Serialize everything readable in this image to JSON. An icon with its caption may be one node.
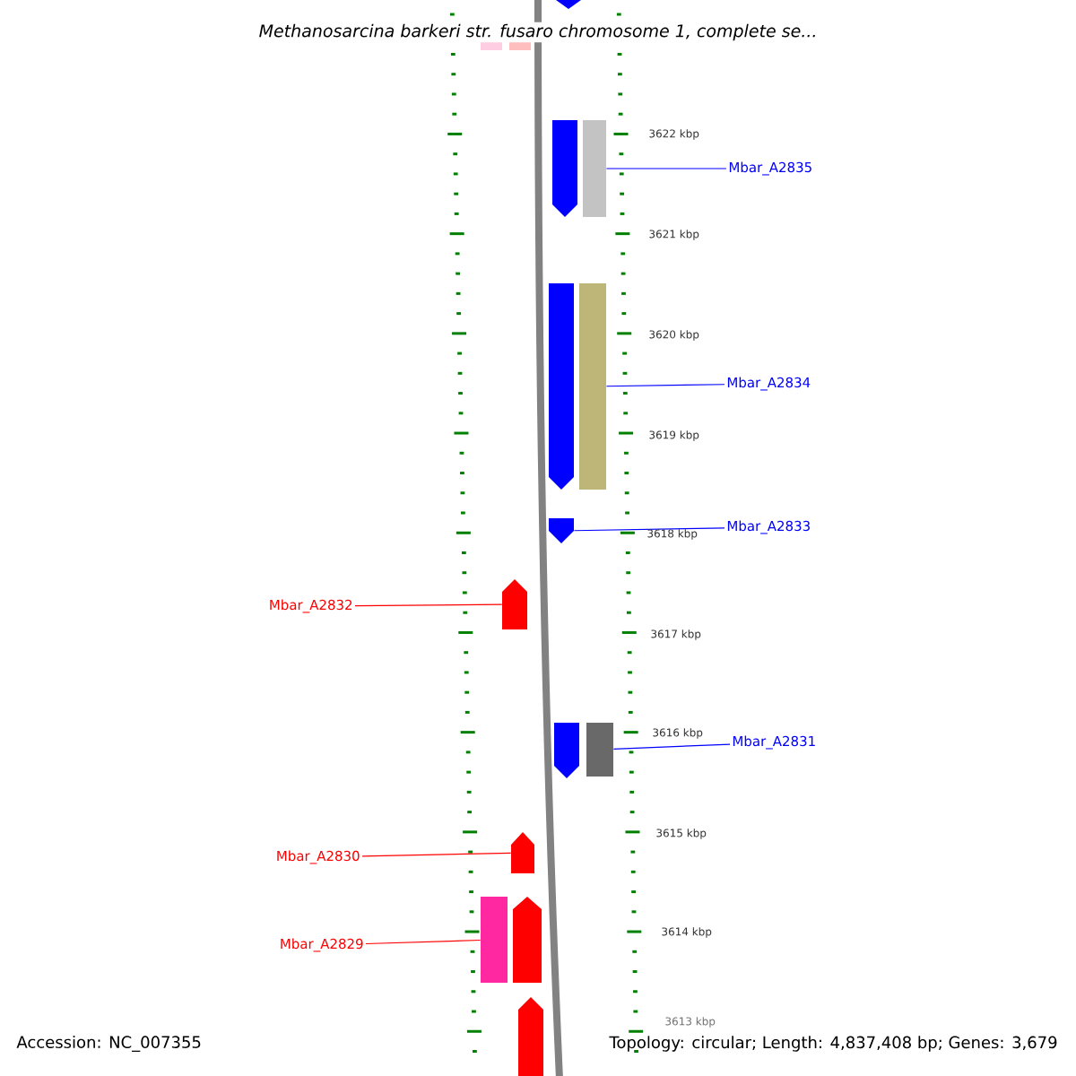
{
  "diagram": {
    "title": "*Methanosarcina barkeri* str. fusaro chromosome 1, complete se...",
    "nodes": [
      {
        "text": [
          "Mbar_A2835"
        ]
      },
      {
        "text": [
          "Mbar_A2834"
        ]
      },
      {
        "text": [
          "Mbar_A2833"
        ]
      },
      {
        "text": [
          "Mbar_A2832"
        ]
      },
      {
        "text": [
          "Mbar_A2831"
        ]
      },
      {
        "text": [
          "Mbar_A2830"
        ]
      },
      {
        "text": [
          "Mbar_A2829"
        ]
      },
      {
        "text": [],
        "shape": "box"
      },
      {
        "text": [],
        "shape": "box"
      },
      {
        "text": [],
        "shape": "pentagon"
      },
      {
        "text": [],
        "shape": "pentagon"
      },
      {
        "text": [],
        "shape": "box"
      },
      {
        "text": [],
        "shape": "pentagon"
      },
      {
        "text": [],
        "shape": "box"
      }
    ],
    "edges": [
      {
        "from": 0,
        "to": 7,
        "arrow": "none",
        "color": "#0000ff"
      },
      {
        "from": 1,
        "to": 8,
        "arrow": "none",
        "color": "#0000ff"
      },
      {
        "from": 2,
        "to": 9,
        "arrow": "none",
        "color": "#0000ff"
      },
      {
        "from": 3,
        "to": 10,
        "arrow": "none",
        "color": "#ff0000"
      },
      {
        "from": 4,
        "to": 11,
        "arrow": "none",
        "color": "#0000ff"
      },
      {
        "from": 5,
        "to": 12,
        "arrow": "none",
        "color": "#ff0000"
      },
      {
        "from": 6,
        "to": 13,
        "arrow": "none",
        "color": "#ff0000"
      }
    ],
    "labels": [
      "3622 kbp",
      "3621 kbp",
      "3620 kbp",
      "3619 kbp",
      "3618 kbp",
      "3617 kbp",
      "3616 kbp",
      "3615 kbp",
      "3614 kbp",
      "3613 kbp",
      "Accession: NC_007355",
      "Topology: circular; Length: 4,837,408 bp; Genes: 3,679"
    ]
  }
}
